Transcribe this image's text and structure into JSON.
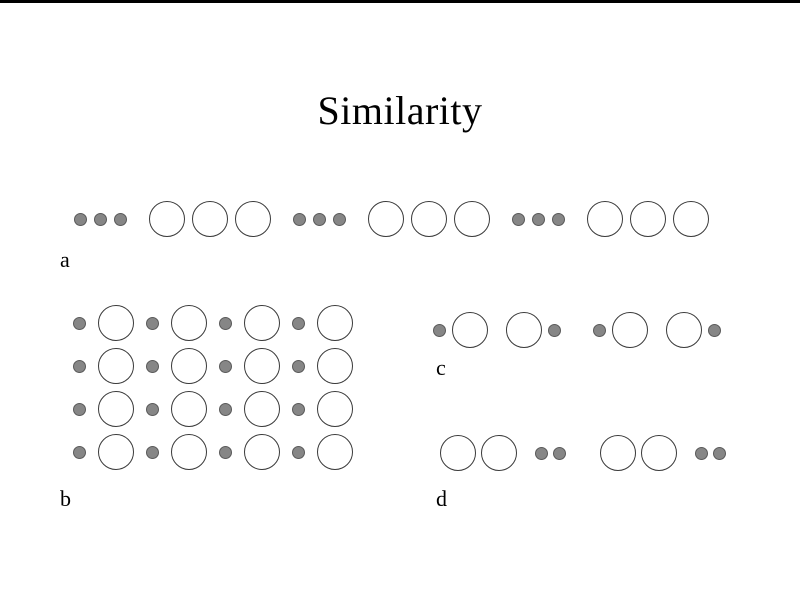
{
  "slide": {
    "title": "Similarity"
  },
  "colors": {
    "background": "#ffffff",
    "title_text": "#000000",
    "dot_fill": "#868686",
    "dot_stroke": "#5a5a5a",
    "circle_fill": "#ffffff",
    "circle_stroke": "#3a3a3a"
  },
  "legend": {
    "D": "small-gray-dot",
    "C": "large-open-circle",
    "G": "small-gap",
    "GG": "large-gap"
  },
  "figures": [
    {
      "id": "a",
      "label": "a",
      "rows": [
        [
          "D",
          "D",
          "D",
          "G",
          "C",
          "C",
          "C",
          "G",
          "D",
          "D",
          "D",
          "G",
          "C",
          "C",
          "C",
          "G",
          "D",
          "D",
          "D",
          "G",
          "C",
          "C",
          "C"
        ]
      ]
    },
    {
      "id": "b",
      "label": "b",
      "rows": [
        [
          "D",
          "C",
          "D",
          "C",
          "D",
          "C",
          "D",
          "C"
        ],
        [
          "D",
          "C",
          "D",
          "C",
          "D",
          "C",
          "D",
          "C"
        ],
        [
          "D",
          "C",
          "D",
          "C",
          "D",
          "C",
          "D",
          "C"
        ],
        [
          "D",
          "C",
          "D",
          "C",
          "D",
          "C",
          "D",
          "C"
        ]
      ]
    },
    {
      "id": "c",
      "label": "c",
      "rows": [
        [
          "D",
          "C",
          "G",
          "C",
          "D",
          "GG",
          "D",
          "C",
          "G",
          "C",
          "D"
        ]
      ]
    },
    {
      "id": "d",
      "label": "d",
      "rows": [
        [
          "C",
          "C",
          "G",
          "D",
          "D",
          "GG",
          "C",
          "C",
          "G",
          "D",
          "D"
        ]
      ]
    }
  ]
}
